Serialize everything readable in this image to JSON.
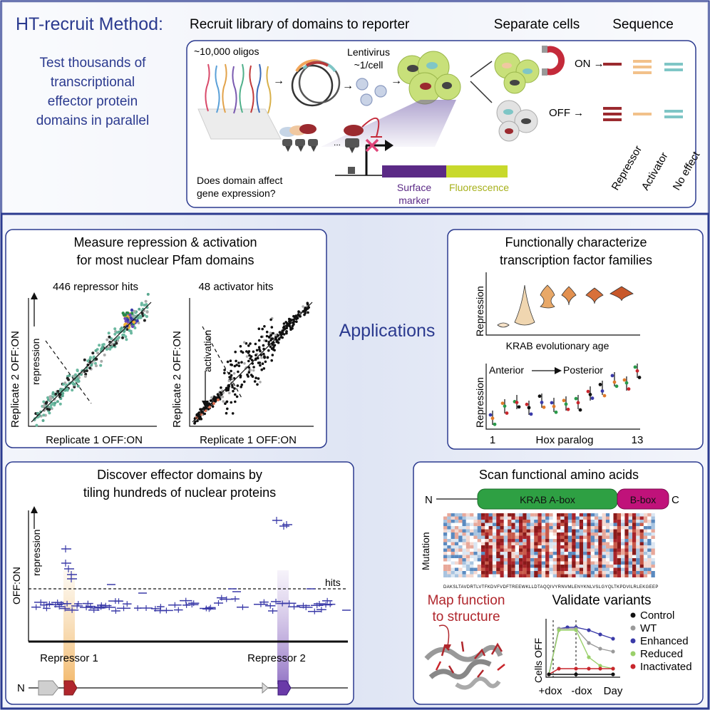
{
  "header": {
    "title": "HT-recruit Method:",
    "subtitle_lines": [
      "Test thousands of",
      "transcriptional",
      "effector protein",
      "domains in parallel"
    ],
    "step1": "Recruit library of domains to reporter",
    "step2": "Separate cells",
    "step3": "Sequence"
  },
  "method": {
    "oligos": "~10,000 oligos",
    "lentivirus": "Lentivirus",
    "per_cell": "~1/cell",
    "question_lines": [
      "Does domain affect",
      "gene expression?"
    ],
    "surface_lines": [
      "Surface",
      "marker"
    ],
    "fluorescence": "Fluorescence",
    "on": "ON →",
    "off": "OFF →",
    "legend": [
      "Repressor",
      "Activator",
      "No effect"
    ]
  },
  "center": {
    "applications": "Applications"
  },
  "panel_measure": {
    "title_lines": [
      "Measure repression & activation",
      "for most nuclear Pfam domains"
    ],
    "left_caption": "446 repressor hits",
    "right_caption": "48 activator hits",
    "ylabel": "Replicate 2 OFF:ON",
    "xlabel": "Replicate 1 OFF:ON",
    "left_arrow": "repression",
    "right_arrow": "activation"
  },
  "panel_tf": {
    "title_lines": [
      "Functionally characterize",
      "transcription factor families"
    ],
    "ylabel": "Repression",
    "violin_xlabel": "KRAB evolutionary age",
    "hox_left": "Anterior",
    "hox_right": "Posterior",
    "hox_tick_first": "1",
    "hox_xlabel": "Hox paralog",
    "hox_tick_last": "13"
  },
  "panel_tiling": {
    "title_lines": [
      "Discover effector domains by",
      "tiling hundreds of nuclear proteins"
    ],
    "ylabel": "OFF:ON",
    "arrow_label": "repression",
    "hits": "hits",
    "rep1": "Repressor 1",
    "rep2": "Repressor 2",
    "n_label": "N"
  },
  "panel_scan": {
    "title": "Scan functional amino acids",
    "n_label": "N",
    "c_label": "C",
    "abox": "KRAB A-box",
    "bbox": "B-box",
    "mutation": "Mutation",
    "sequence": "DAKSLTAVDRTLVTFKDVFVDFTREEWKLLDTAQQIVYRNVMLENYKNLVSLGYQLTKPDVILRLEKGEEP",
    "map_lines": [
      "Map function",
      "to structure"
    ],
    "validate": "Validate variants",
    "legend": [
      {
        "label": "Control",
        "color": "#111111"
      },
      {
        "label": "WT",
        "color": "#9a9a9a"
      },
      {
        "label": "Enhanced",
        "color": "#3a3aa8"
      },
      {
        "label": "Reduced",
        "color": "#9ad06a"
      },
      {
        "label": "Inactivated",
        "color": "#c8262c"
      }
    ],
    "vy": "Cells OFF",
    "plus_dox": "+dox",
    "minus_dox": "-dox",
    "day": "Day"
  },
  "colors": {
    "navy": "#2b3a8f",
    "repressor": "#9b2a2f",
    "activator": "#f2c18a",
    "noeffect": "#7fc6c6",
    "surface": "#5b2a86",
    "fluor": "#c8d92c",
    "krab": "#2ea043",
    "bbox": "#c0127a"
  }
}
